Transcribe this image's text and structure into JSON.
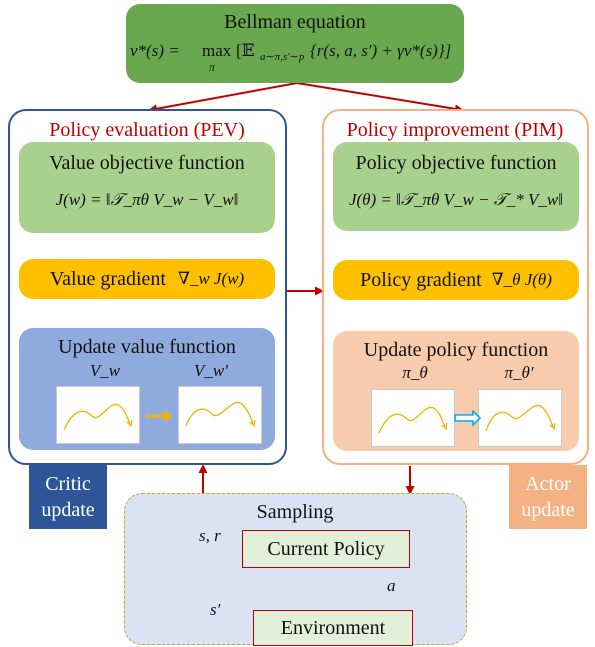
{
  "bellman": {
    "title": "Bellman equation",
    "formula": "v*(s) = max_π[𝔼_(a∼π,s′∼p){r(s,a,s′) + γv*(s)}]",
    "lhs": "v*(s) =",
    "max": "max",
    "max_sub": "π",
    "rhs": "[𝔼",
    "rhs_sub": "a∼π,s′∼p",
    "rhs_tail": "{r(s, a, s′) + γv*(s)}]",
    "color": "#6aa84f"
  },
  "pev": {
    "title": "Policy evaluation (PEV)",
    "objective_title": "Value objective function",
    "objective_formula": "J(w) = ‖𝒯_πθ V_w − V_w‖",
    "gradient_label": "Value gradient",
    "gradient_formula": "∇_w J(w)",
    "update_title": "Update value function",
    "update_from": "V_w",
    "update_to": "V_w′",
    "border_color": "#2e5597"
  },
  "pim": {
    "title": "Policy improvement (PIM)",
    "objective_title": "Policy objective function",
    "objective_formula": "J(θ) = ‖𝒯_πθ V_w − 𝒯_* V_w‖",
    "gradient_label": "Policy gradient",
    "gradient_formula": "∇_θ J(θ)",
    "update_title": "Update policy function",
    "update_from": "π_θ",
    "update_to": "π_θ′",
    "border_color": "#f4b183"
  },
  "critic_badge": {
    "line1": "Critic",
    "line2": "update",
    "color": "#2e5597"
  },
  "actor_badge": {
    "line1": "Actor",
    "line2": "update",
    "color": "#f4b183"
  },
  "sampling": {
    "title": "Sampling",
    "current_policy": "Current Policy",
    "environment": "Environment",
    "label_sr": "s, r",
    "label_a": "a",
    "label_s": "s′"
  },
  "colors": {
    "arrow": "#c00000",
    "green_box": "#a9d18e",
    "gold_box": "#ffc000",
    "pev_update_box": "#8faadc",
    "pim_update_box": "#f8cbad",
    "sampling_bg": "#dae3f3",
    "sampling_inner": "#e2f0d9",
    "curve": "#f0b400"
  }
}
